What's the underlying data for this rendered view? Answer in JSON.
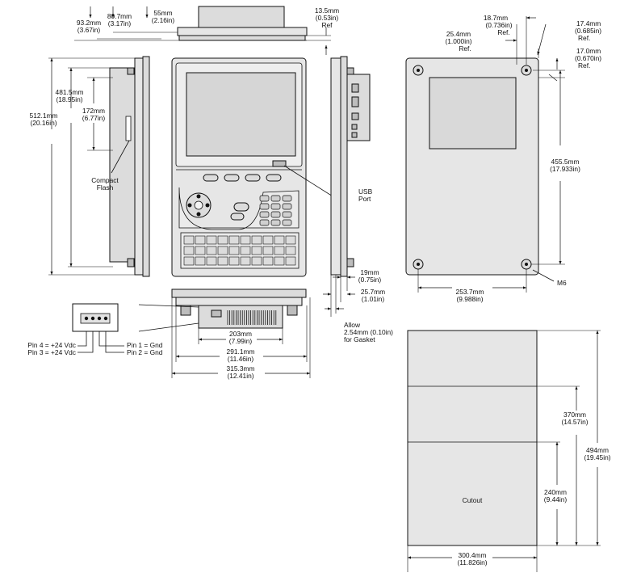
{
  "dimensions": {
    "d_93_2": [
      "93.2mm",
      "(3.67in)"
    ],
    "d_80_7": [
      "80.7mm",
      "(3.17in)"
    ],
    "d_55": [
      "55mm",
      "(2.16in)"
    ],
    "d_13_5": [
      "13.5mm",
      "(0.53in)",
      "Ref"
    ],
    "d_18_7": [
      "18.7mm",
      "(0.736in)",
      "Ref."
    ],
    "d_25_4": [
      "25.4mm",
      "(1.000in)",
      "Ref."
    ],
    "d_17_4": [
      "17.4mm",
      "(0.685in)",
      "Ref."
    ],
    "d_17_0": [
      "17.0mm",
      "(0.670in)",
      "Ref."
    ],
    "d_481_5": [
      "481.5mm",
      "(18.95in)"
    ],
    "d_512_1": [
      "512.1mm",
      "(20.16in)"
    ],
    "d_172": [
      "172mm",
      "(6.77in)"
    ],
    "d_455_5": [
      "455.5mm",
      "(17.933in)"
    ],
    "d_19": [
      "19mm",
      "(0.75in)"
    ],
    "d_25_7": [
      "25.7mm",
      "(1.01in)"
    ],
    "d_253_7": [
      "253.7mm",
      "(9.988in)"
    ],
    "d_203": [
      "203mm",
      "(7.99in)"
    ],
    "d_291_1": [
      "291.1mm",
      "(11.46in)"
    ],
    "d_315_3": [
      "315.3mm",
      "(12.41in)"
    ],
    "d_370": [
      "370mm",
      "(14.57in)"
    ],
    "d_494": [
      "494mm",
      "(19.45in)"
    ],
    "d_240": [
      "240mm",
      "(9.44in)"
    ],
    "d_300_4": [
      "300.4mm",
      "(11.826in)"
    ]
  },
  "labels": {
    "compact_flash": [
      "Compact",
      "Flash"
    ],
    "usb_port": [
      "USB",
      "Port"
    ],
    "m6": "M6",
    "gasket": [
      "Allow",
      "2.54mm (0.10in)",
      "for Gasket"
    ],
    "cutout": "Cutout"
  },
  "pins": {
    "pin4": "Pin 4 = +24 Vdc",
    "pin3": "Pin 3 = +24 Vdc",
    "pin1": "Pin 1 = Gnd",
    "pin2": "Pin 2 = Gnd"
  }
}
